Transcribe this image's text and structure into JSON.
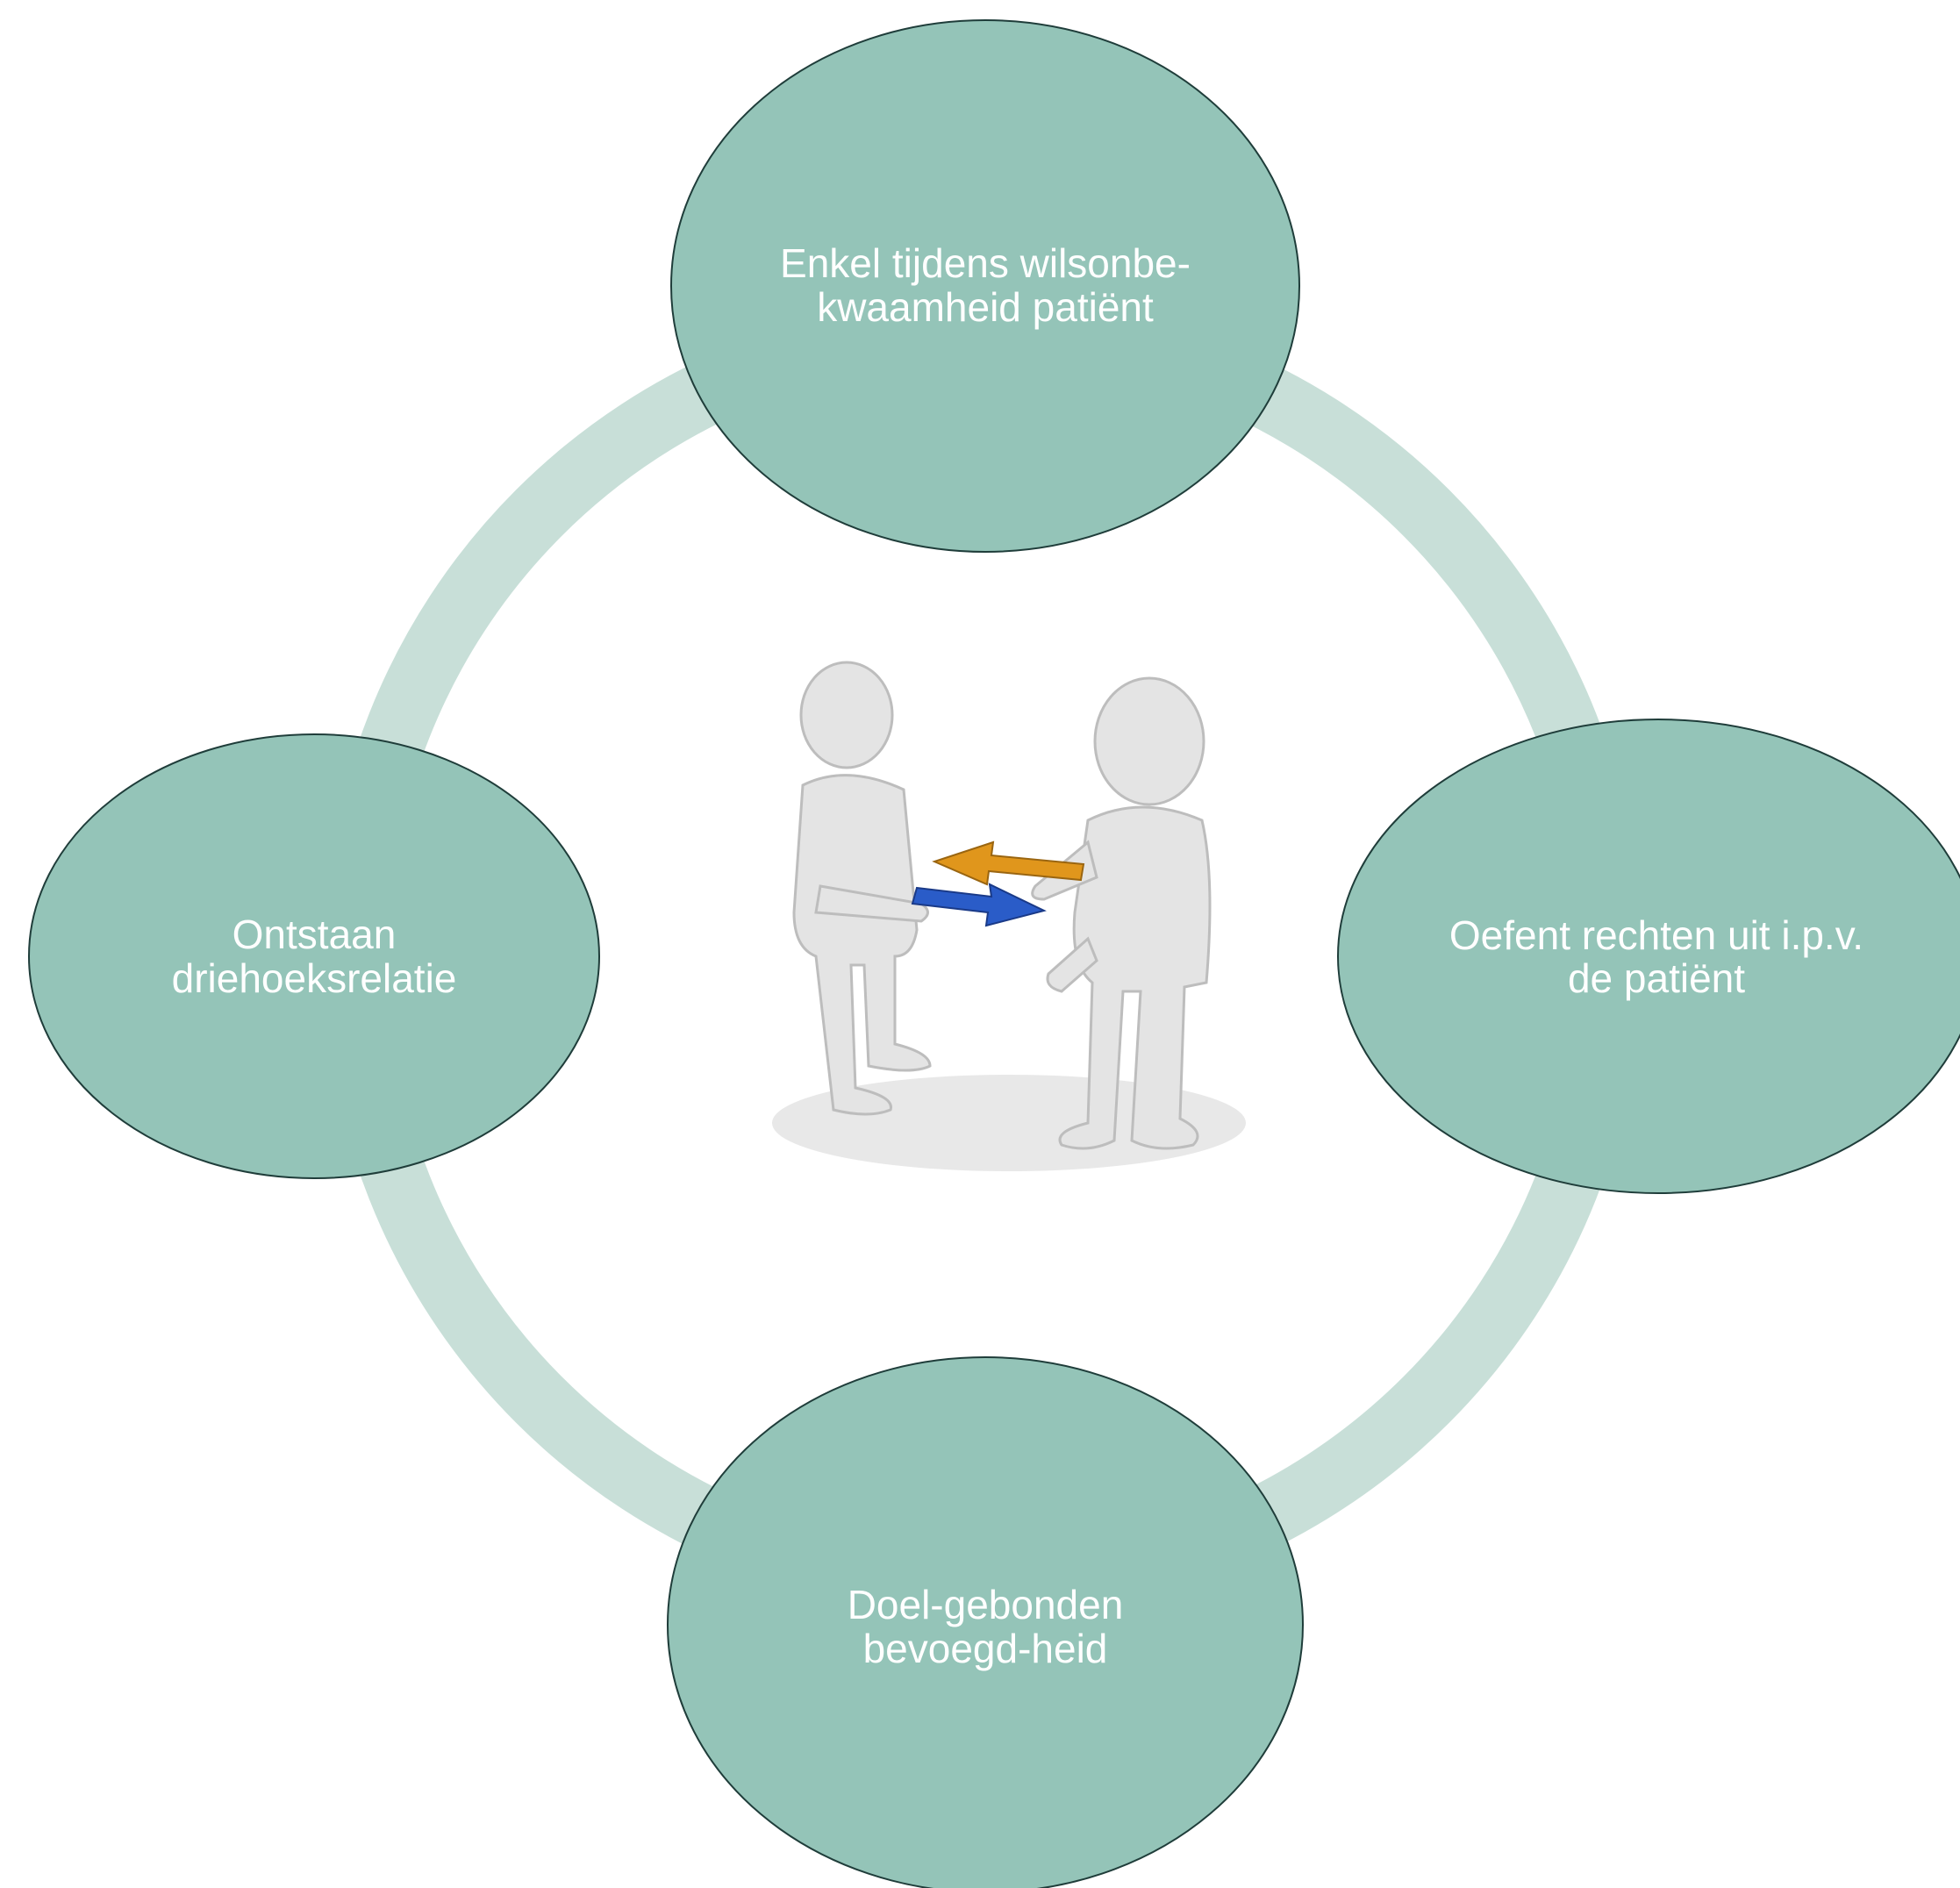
{
  "diagram": {
    "colors": {
      "ring": "#c8dfd8",
      "node_fill": "#94c4b8",
      "node_stroke": "#1f3d3a",
      "node_text": "#ffffff",
      "figure": "#e4e4e4",
      "figure_shade": "#bdbdbd",
      "arrow_orange": "#e0961c",
      "arrow_blue": "#2a5cc8"
    },
    "nodes": [
      {
        "id": "top",
        "lines": [
          "Enkel tijdens wilsonbe-",
          "kwaamheid patiënt"
        ]
      },
      {
        "id": "right",
        "lines": [
          "Oefent rechten uit i.p.v.",
          "de patiënt"
        ]
      },
      {
        "id": "bottom",
        "lines": [
          "Doel-gebonden",
          "bevoegd-heid"
        ]
      },
      {
        "id": "left",
        "lines": [
          "Ontstaan",
          "driehoeksrelatie"
        ]
      }
    ],
    "center_image": "two-figures-exchanging-arrows"
  }
}
